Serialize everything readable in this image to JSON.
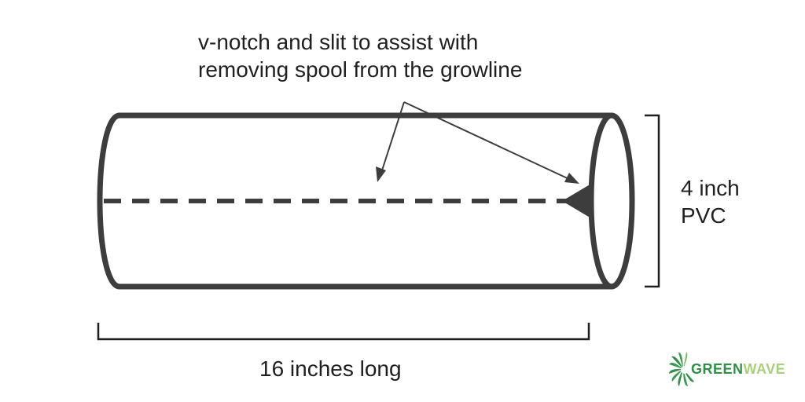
{
  "annotation": {
    "line1": "v-notch and slit to assist with",
    "line2": "removing spool from the growline"
  },
  "dimension_diameter": {
    "line1": "4 inch",
    "line2": "PVC"
  },
  "dimension_length": {
    "label": "16 inches long"
  },
  "logo": {
    "part1": "GREEN",
    "part2": "WAVE",
    "icon": "spiral-leaf-icon"
  },
  "colors": {
    "stroke": "#3d3d3d",
    "text": "#1f1f1f",
    "logo_green": "#2f8f46",
    "logo_light_green": "#a9cf7a",
    "background": "#ffffff"
  }
}
